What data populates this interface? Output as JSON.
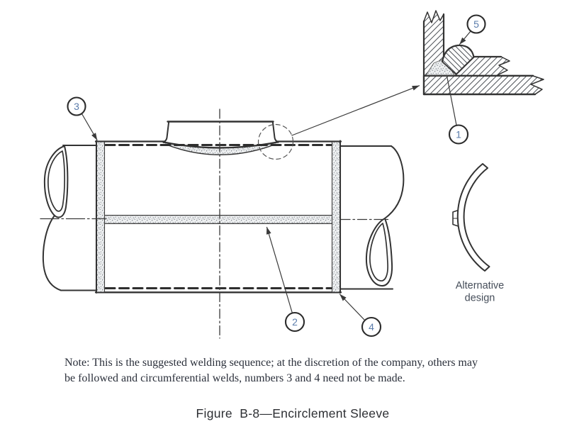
{
  "figure": {
    "note_line1": "Note: This is the suggested welding sequence; at the discretion of the company, others may",
    "note_line2": "be followed and circumferential welds, numbers 3 and 4 need not be made.",
    "caption": "Figure  B-8—Encirclement Sleeve",
    "alt_design": {
      "line1": "Alternative",
      "line2": "design"
    }
  },
  "callouts": {
    "weld1": "1",
    "weld2": "2",
    "weld3": "3",
    "weld4": "4",
    "weld5": "5"
  },
  "colors": {
    "line": "#333333",
    "callout_digit": "#5a7cab",
    "stipple_dot": "#777d85",
    "stipple_bg": "#eef0f1"
  }
}
